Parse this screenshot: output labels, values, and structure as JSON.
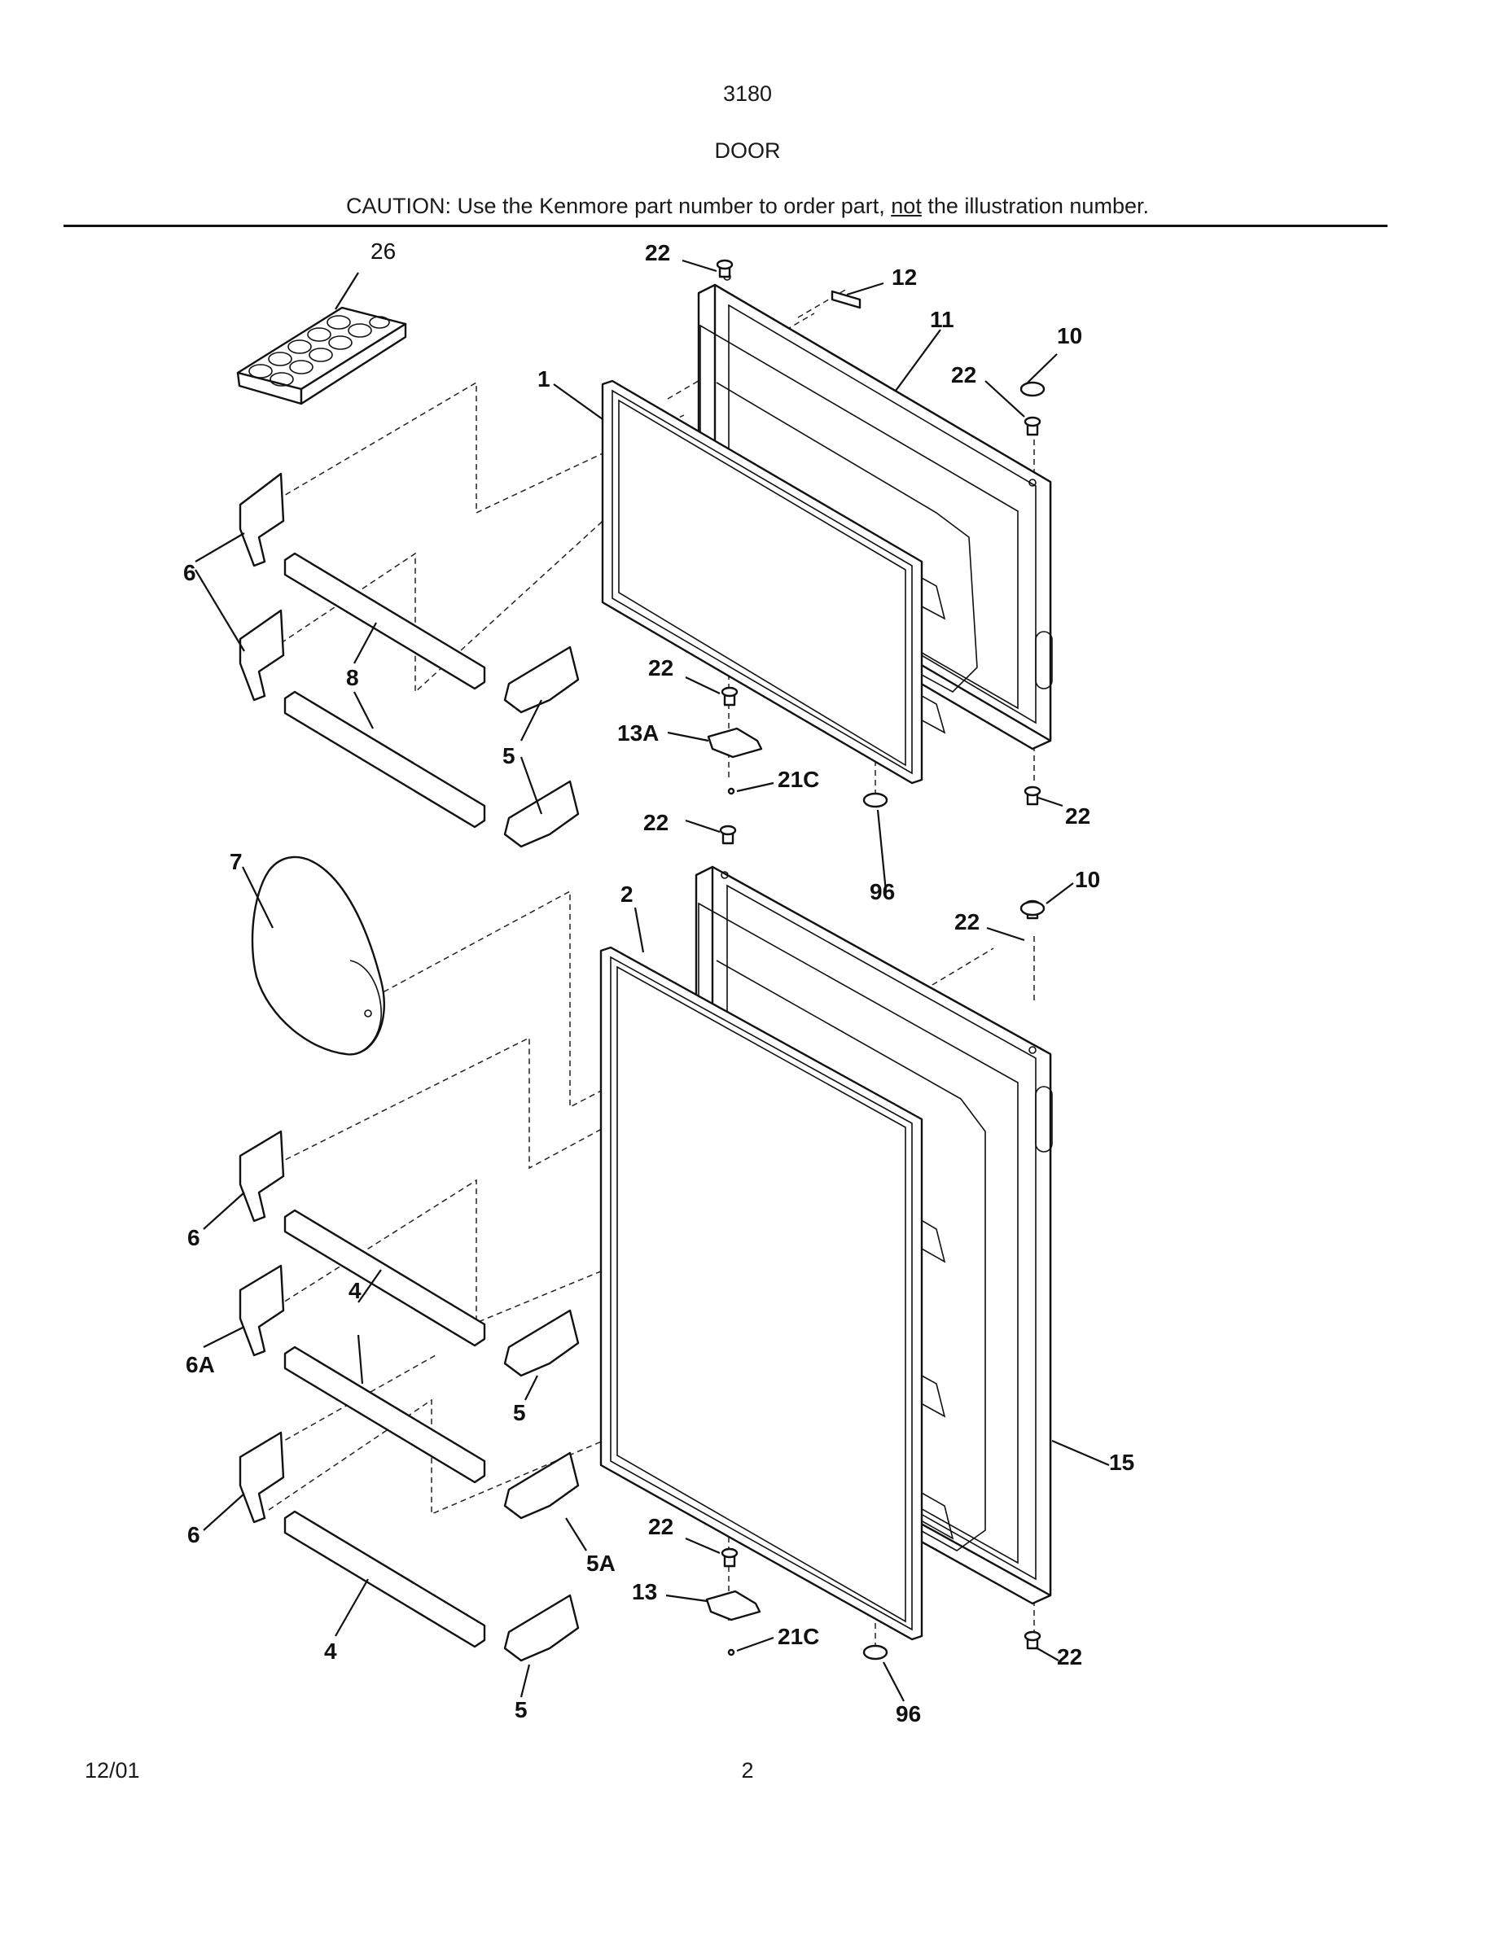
{
  "header": {
    "model": "3180",
    "section": "DOOR",
    "caution_prefix": "CAUTION: Use the Kenmore part number to order part, ",
    "caution_underlined": "not",
    "caution_suffix": " the illustration number."
  },
  "footer": {
    "date": "12/01",
    "page_number": "2"
  },
  "callouts": {
    "c26": "26",
    "c22_top": "22",
    "c12": "12",
    "c11": "11",
    "c10_top": "10",
    "c22_top_right": "22",
    "c1": "1",
    "c6_a": "6",
    "c8": "8",
    "c22_mid_hinge": "22",
    "c13A": "13A",
    "c5_a": "5",
    "c21C_a": "21C",
    "c22_upper_bottom_right": "22",
    "c22_lower_top": "22",
    "c96_a": "96",
    "c7": "7",
    "c2": "2",
    "c10_lower": "10",
    "c22_lower_right": "22",
    "c6_b": "6",
    "c4_a": "4",
    "c6A": "6A",
    "c5_b": "5",
    "c15": "15",
    "c6_c": "6",
    "c5A": "5A",
    "c22_lower_hinge": "22",
    "c13": "13",
    "c21C_b": "21C",
    "c22_lower_bottom_right": "22",
    "c4_b": "4",
    "c5_c": "5",
    "c96_b": "96"
  }
}
